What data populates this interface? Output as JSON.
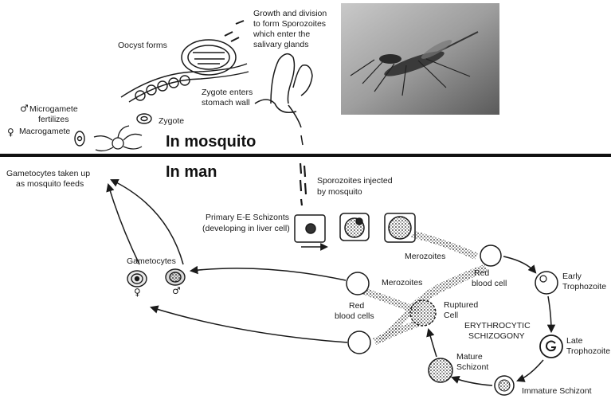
{
  "regions": {
    "mosquito": "In mosquito",
    "man": "In man"
  },
  "mosquito_stage": {
    "growth": [
      "Growth and division",
      "to form Sporozoites",
      "which enter the",
      "salivary glands"
    ],
    "oocyst": "Oocyst forms",
    "zygote_enters": [
      "Zygote enters",
      "stomach wall"
    ],
    "zygote": "Zygote",
    "microgamete": [
      "Microgamete",
      "fertilizes"
    ],
    "macrogamete": "Macrogamete",
    "microgamete_symbol": "♂",
    "macrogamete_symbol": "♀"
  },
  "human_stage": {
    "gametocytes_taken": [
      "Gametocytes taken up",
      "as mosquito feeds"
    ],
    "sporozoites_injected": [
      "Sporozoites injected",
      "by mosquito"
    ],
    "primary_schizonts": [
      "Primary E-E Schizonts",
      "(developing in liver cell)"
    ],
    "gametocytes": "Gametocytes",
    "female_symbol": "♀",
    "male_symbol": "♂",
    "merozoites_top": "Merozoites",
    "merozoites_mid": "Merozoites",
    "red_blood_cell": [
      "Red",
      "blood cell"
    ],
    "red_blood_cells": [
      "Red",
      "blood cells"
    ],
    "ruptured_cell": [
      "Ruptured",
      "Cell"
    ],
    "cycle_name": [
      "ERYTHROCYTIC",
      "SCHIZOGONY"
    ],
    "early_trophozoite": [
      "Early",
      "Trophozoite"
    ],
    "late_trophozoite": [
      "Late",
      "Trophozoite"
    ],
    "mature_schizont": [
      "Mature",
      "Schizont"
    ],
    "immature_schizont": "Immature Schizont"
  }
}
